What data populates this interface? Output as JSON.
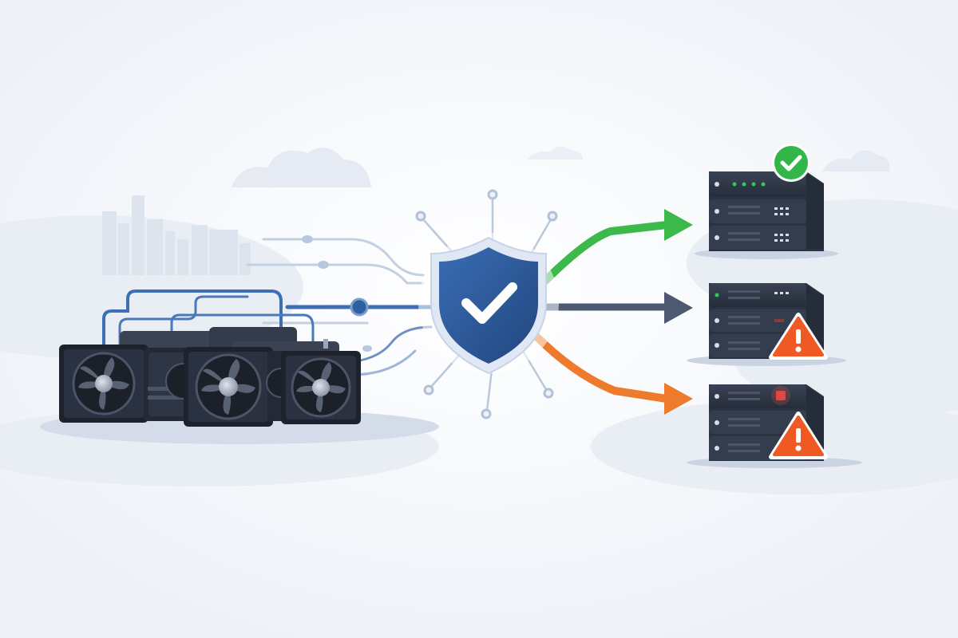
{
  "colors": {
    "background": "#f1f4f9",
    "background_glow": "#ffffff",
    "cloud": "#e6ebf3",
    "city": "#dde4ee",
    "hill": "#e8edf4",
    "ground_shadow": "#c9d3e2",
    "wire_light": "#b7c7dd",
    "wire_blue": "#3d6fb2",
    "wire_blue_light": "#7e9cc8",
    "miner_body": "#2a3140",
    "miner_dark": "#1d222d",
    "miner_mid": "#3b4353",
    "fan_hub": "#aab2c0",
    "fan_blade": "#596273",
    "shield_blue": "#2f5fa3",
    "shield_blue_dark": "#234a84",
    "shield_rim": "#dfe8f4",
    "node": "#b9c8dc",
    "server_body": "#2b3342",
    "server_face": "#343d4e",
    "server_line": "#4b5567",
    "server_top": "#3a4356",
    "led_green": "#34c759",
    "led_white": "#d7dde8",
    "led_red": "#e0483e",
    "arrow_green": "#3db84a",
    "arrow_gray": "#4d5970",
    "arrow_orange": "#ee7a2c",
    "badge_green": "#32b64a",
    "warning_orange": "#ef5a24"
  },
  "icons": {
    "shield": "shield-check-icon",
    "ok_badge": "check-circle-icon",
    "warning_a": "warning-triangle-icon",
    "warning_b": "warning-triangle-icon",
    "miner_fan": "fan-icon",
    "server": "server-rack-icon"
  },
  "servers": [
    {
      "status": "ok",
      "route_color": "green"
    },
    {
      "status": "warning",
      "route_color": "gray"
    },
    {
      "status": "warning",
      "route_color": "orange",
      "alert_led": true
    }
  ]
}
